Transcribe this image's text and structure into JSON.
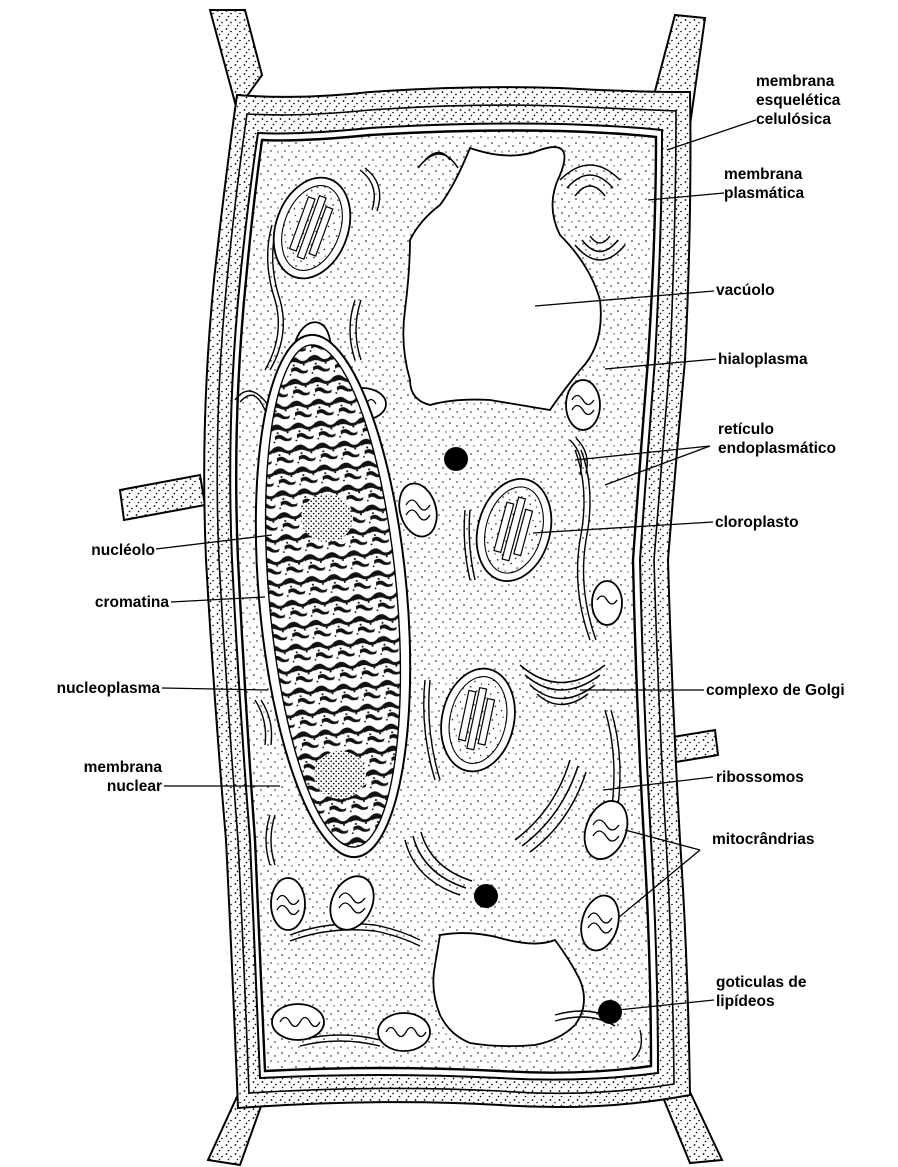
{
  "diagram": {
    "labels": {
      "parede": "membrana\nesquelética\ncelulósica",
      "membrana_plasmatica": "membrana\nplasmática",
      "vacuolo": "vacúolo",
      "hialoplasma": "hialoplasma",
      "reticulo": "retículo\nendoplasmático",
      "cloroplasto": "cloroplasto",
      "complexo_golgi": "complexo de Golgi",
      "ribossomos": "ribossomos",
      "mitocondrias": "mitocrândrias",
      "goticulas": "goticulas de\nlipídeos",
      "nucleolo": "nucléolo",
      "cromatina": "cromatina",
      "nucleoplasma": "nucleoplasma",
      "membrana_nuclear": "membrana\nnuclear"
    }
  }
}
